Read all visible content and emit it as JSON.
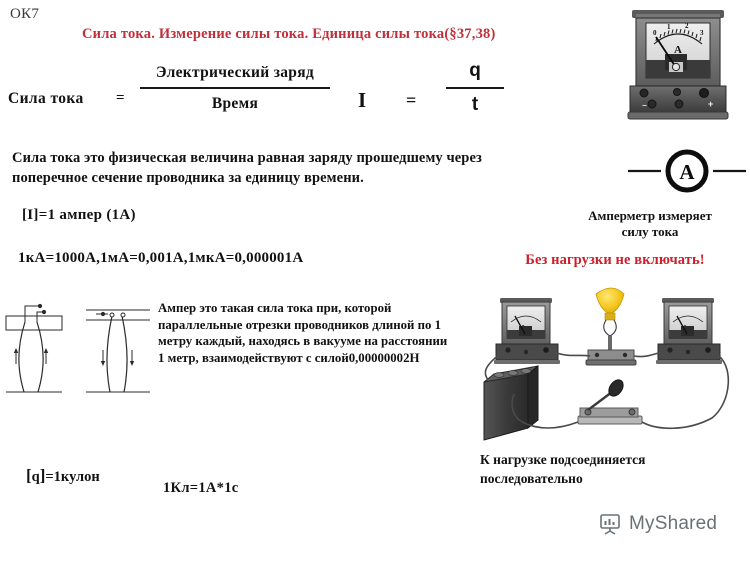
{
  "slide": {
    "code_label": "ОК7",
    "title": "Сила тока. Измерение силы тока. Единица силы тока(§37,38)"
  },
  "word_formula": {
    "lhs": "Сила тока",
    "equals": "=",
    "numerator": "Электрический заряд",
    "denominator": "Время"
  },
  "symbolic_formula": {
    "lhs": "I",
    "equals": "=",
    "numerator": "q",
    "denominator": "t"
  },
  "body": {
    "definition": "Сила тока это физическая величина равная заряду прошедшему через поперечное сечение проводника за единицу времени.",
    "unit_line": "[I]=1 ампер  (1А)",
    "multiples_line": "1кА=1000А,1мА=0,001А,1мкА=0,000001А",
    "ampere_definition": "Ампер это такая сила тока при, которой параллельные отрезки проводников длиной по 1 метру каждый, находясь в вакууме  на расстоянии 1 метр, взаимодействуют с силой0,00000002Н",
    "charge_unit_bracket_open": "[",
    "charge_unit_bracket_close": "]",
    "charge_unit": "=1кулон",
    "coulomb_relation": "1Кл=1А*1с",
    "charge_symbol": "q"
  },
  "right_column": {
    "ammeter_caption_line1": "Амперметр измеряет",
    "ammeter_caption_line2": "силу тока",
    "warning": "Без нагрузки не включать!",
    "series_caption_line1": "К нагрузке подсоединяется",
    "series_caption_line2": "последовательно"
  },
  "ammeter_photo": {
    "scale_marks": [
      "0",
      "1",
      "2",
      "3"
    ],
    "dial_letter": "A",
    "terminal_minus": "-",
    "terminal_plus": "+"
  },
  "ammeter_symbol": {
    "letter": "A"
  },
  "watermark": {
    "text": "MyShared"
  },
  "colors": {
    "title_red": "#c0303a",
    "warning_red": "#cc1f2a",
    "text_black": "#121212",
    "lamp_yellow": "#f2c41a",
    "background": "#ffffff"
  }
}
